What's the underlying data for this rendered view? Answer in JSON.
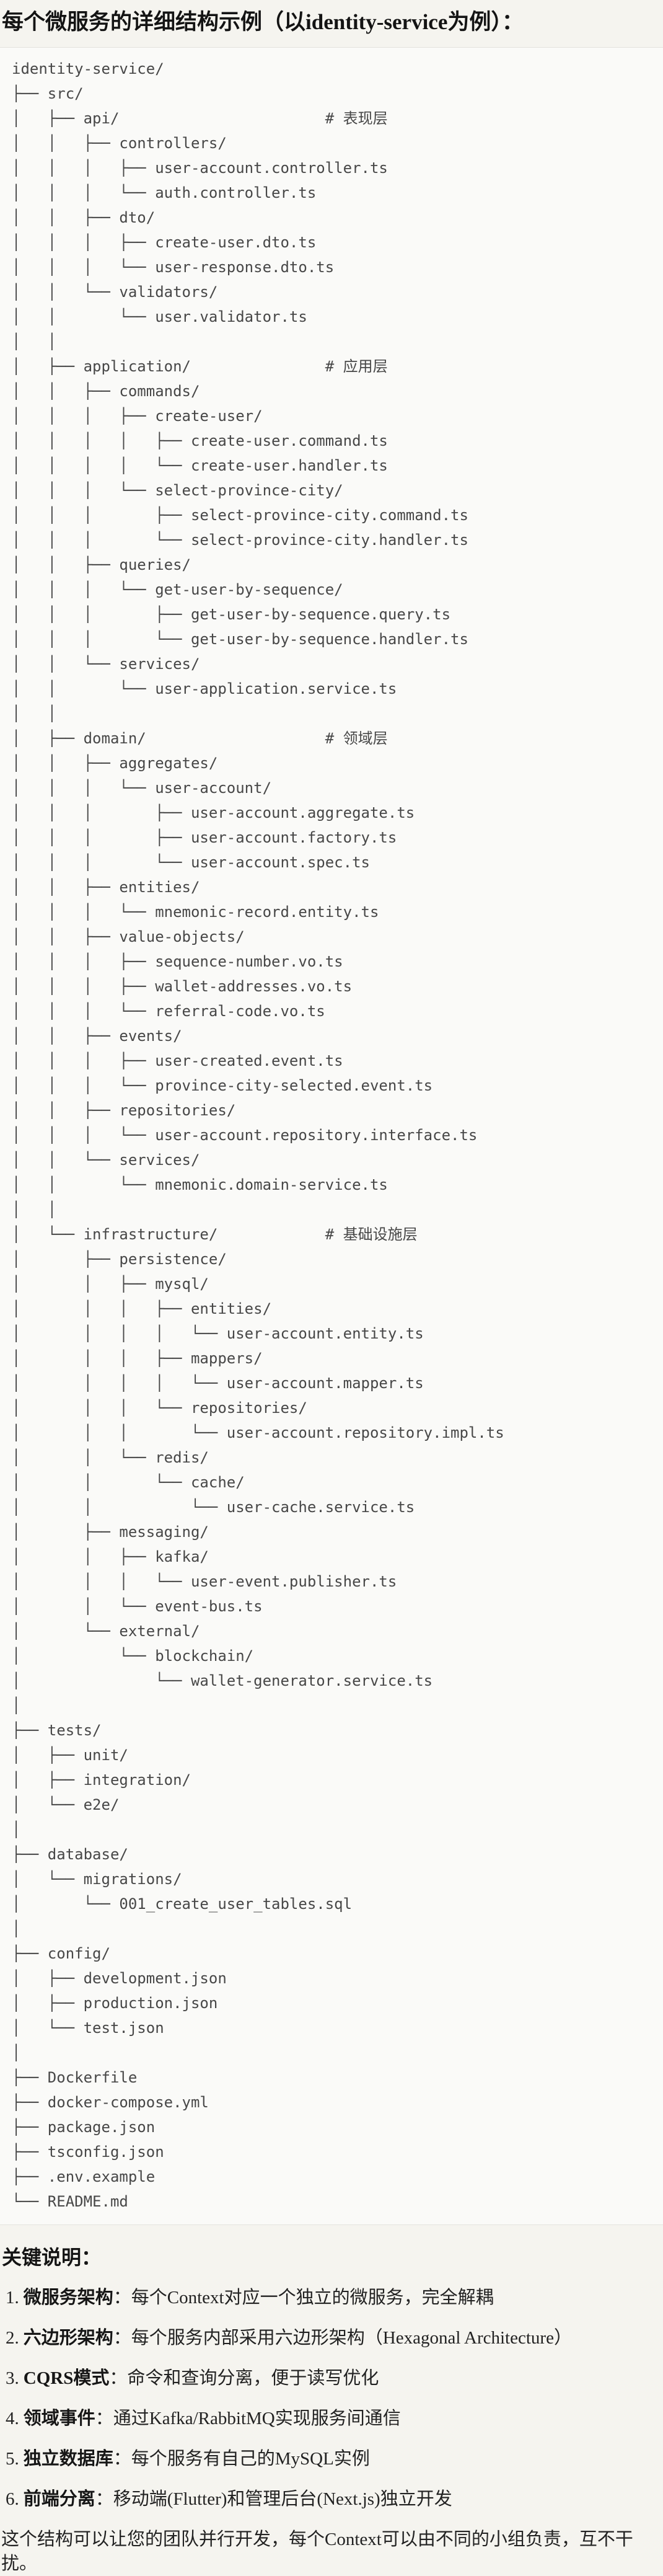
{
  "page": {
    "title": "每个微服务的详细结构示例（以identity-service为例）："
  },
  "colors": {
    "page_bg": "#f5f4ef",
    "code_bg": "#fafaf8",
    "code_border": "#e4e3de",
    "text": "#242424",
    "code_text": "#474747"
  },
  "tree": {
    "lines": [
      "identity-service/",
      "├── src/",
      "│   ├── api/                       # 表现层",
      "│   │   ├── controllers/",
      "│   │   │   ├── user-account.controller.ts",
      "│   │   │   └── auth.controller.ts",
      "│   │   ├── dto/",
      "│   │   │   ├── create-user.dto.ts",
      "│   │   │   └── user-response.dto.ts",
      "│   │   └── validators/",
      "│   │       └── user.validator.ts",
      "│   │",
      "│   ├── application/               # 应用层",
      "│   │   ├── commands/",
      "│   │   │   ├── create-user/",
      "│   │   │   │   ├── create-user.command.ts",
      "│   │   │   │   └── create-user.handler.ts",
      "│   │   │   └── select-province-city/",
      "│   │   │       ├── select-province-city.command.ts",
      "│   │   │       └── select-province-city.handler.ts",
      "│   │   ├── queries/",
      "│   │   │   └── get-user-by-sequence/",
      "│   │   │       ├── get-user-by-sequence.query.ts",
      "│   │   │       └── get-user-by-sequence.handler.ts",
      "│   │   └── services/",
      "│   │       └── user-application.service.ts",
      "│   │",
      "│   ├── domain/                    # 领域层",
      "│   │   ├── aggregates/",
      "│   │   │   └── user-account/",
      "│   │   │       ├── user-account.aggregate.ts",
      "│   │   │       ├── user-account.factory.ts",
      "│   │   │       └── user-account.spec.ts",
      "│   │   ├── entities/",
      "│   │   │   └── mnemonic-record.entity.ts",
      "│   │   ├── value-objects/",
      "│   │   │   ├── sequence-number.vo.ts",
      "│   │   │   ├── wallet-addresses.vo.ts",
      "│   │   │   └── referral-code.vo.ts",
      "│   │   ├── events/",
      "│   │   │   ├── user-created.event.ts",
      "│   │   │   └── province-city-selected.event.ts",
      "│   │   ├── repositories/",
      "│   │   │   └── user-account.repository.interface.ts",
      "│   │   └── services/",
      "│   │       └── mnemonic.domain-service.ts",
      "│   │",
      "│   └── infrastructure/            # 基础设施层",
      "│       ├── persistence/",
      "│       │   ├── mysql/",
      "│       │   │   ├── entities/",
      "│       │   │   │   └── user-account.entity.ts",
      "│       │   │   ├── mappers/",
      "│       │   │   │   └── user-account.mapper.ts",
      "│       │   │   └── repositories/",
      "│       │   │       └── user-account.repository.impl.ts",
      "│       │   └── redis/",
      "│       │       └── cache/",
      "│       │           └── user-cache.service.ts",
      "│       ├── messaging/",
      "│       │   ├── kafka/",
      "│       │   │   └── user-event.publisher.ts",
      "│       │   └── event-bus.ts",
      "│       └── external/",
      "│           └── blockchain/",
      "│               └── wallet-generator.service.ts",
      "│",
      "├── tests/",
      "│   ├── unit/",
      "│   ├── integration/",
      "│   └── e2e/",
      "│",
      "├── database/",
      "│   └── migrations/",
      "│       └── 001_create_user_tables.sql",
      "│",
      "├── config/",
      "│   ├── development.json",
      "│   ├── production.json",
      "│   └── test.json",
      "│",
      "├── Dockerfile",
      "├── docker-compose.yml",
      "├── package.json",
      "├── tsconfig.json",
      "├── .env.example",
      "└── README.md"
    ]
  },
  "notes": {
    "heading": "关键说明：",
    "items": [
      {
        "num": "1.",
        "term": "微服务架构",
        "desc": "：每个Context对应一个独立的微服务，完全解耦"
      },
      {
        "num": "2.",
        "term": "六边形架构",
        "desc": "：每个服务内部采用六边形架构（Hexagonal Architecture）"
      },
      {
        "num": "3.",
        "term": "CQRS模式",
        "desc": "：命令和查询分离，便于读写优化"
      },
      {
        "num": "4.",
        "term": "领域事件",
        "desc": "：通过Kafka/RabbitMQ实现服务间通信"
      },
      {
        "num": "5.",
        "term": "独立数据库",
        "desc": "：每个服务有自己的MySQL实例"
      },
      {
        "num": "6.",
        "term": "前端分离",
        "desc": "：移动端(Flutter)和管理后台(Next.js)独立开发"
      }
    ],
    "footer": "这个结构可以让您的团队并行开发，每个Context可以由不同的小组负责，互不干扰。"
  }
}
